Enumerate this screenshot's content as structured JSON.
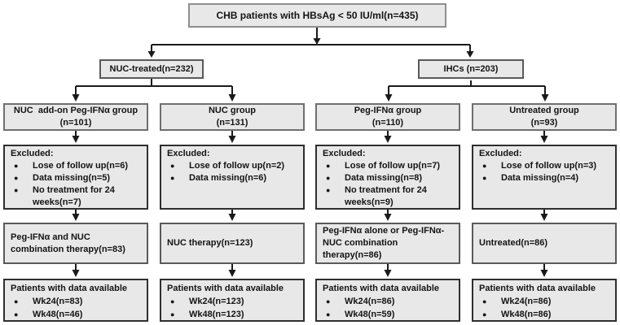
{
  "figure": {
    "colors": {
      "box_fill": "#e8e8e8",
      "box_border": "#4d4d4d",
      "line": "#1a1a1a",
      "background": "#ffffff",
      "text": "#141414"
    },
    "icons": {
      "bullet": "●"
    },
    "root_label": "CHB patients with HBsAg < 50 IU/ml(n=435)",
    "branch_left_label": "NUC-treated(n=232)",
    "branch_right_label": "IHCs (n=203)",
    "columns": [
      {
        "group_label": [
          "NUC  add-on Peg-IFNα group",
          "(n=101)"
        ],
        "excluded_title": "Excluded:",
        "excluded_items": [
          "Lose of follow up(n=6)",
          "Data missing(n=5)",
          "No treatment for 24 weeks(n=7)"
        ],
        "therapy": [
          "Peg-IFNα and NUC",
          "combination therapy(n=83)"
        ],
        "outcome_title": "Patients with data available",
        "outcome_items": [
          "Wk24(n=83)",
          "Wk48(n=46)"
        ]
      },
      {
        "group_label": [
          "NUC group",
          "(n=131)"
        ],
        "excluded_title": "Excluded:",
        "excluded_items": [
          "Lose of follow up(n=2)",
          "Data missing(n=6)"
        ],
        "therapy": "NUC therapy(n=123)",
        "outcome_title": "Patients with data available",
        "outcome_items": [
          "Wk24(n=123)",
          "Wk48(n=123)"
        ]
      },
      {
        "group_label": [
          "Peg-IFNα group",
          "(n=110)"
        ],
        "excluded_title": "Excluded:",
        "excluded_items": [
          "Lose of follow up(n=7)",
          "Data missing(n=8)",
          "No treatment for 24 weeks(n=9)"
        ],
        "therapy": [
          "Peg-IFNα alone or Peg-IFNα-",
          "NUC combination",
          "therapy(n=86)"
        ],
        "outcome_title": "Patients with data available",
        "outcome_items": [
          "Wk24(n=86)",
          "Wk48(n=59)"
        ]
      },
      {
        "group_label": [
          "Untreated group",
          "(n=93)"
        ],
        "excluded_title": "Excluded:",
        "excluded_items": [
          "Lose of follow up(n=3)",
          "Data missing(n=4)"
        ],
        "therapy": "Untreated(n=86)",
        "outcome_title": "Patients with data available",
        "outcome_items": [
          "Wk24(n=86)",
          "Wk48(n=86)"
        ]
      }
    ]
  }
}
